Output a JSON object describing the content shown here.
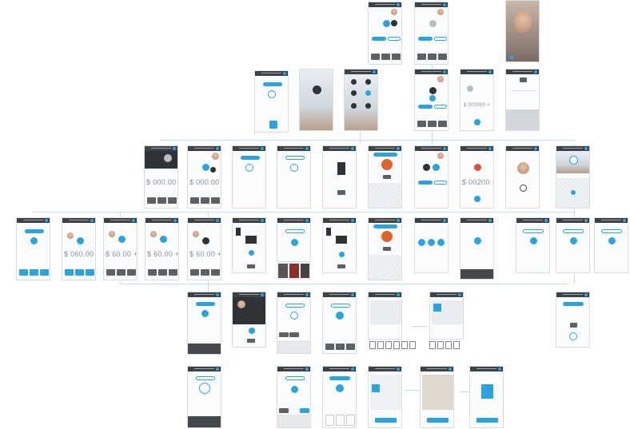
{
  "canvas": {
    "background": "#ffffff",
    "accent": "#2aa3df",
    "dark": "#3d4247",
    "connector": "#c9dbe6"
  },
  "amounts": {
    "amount_a": "$ 000.00 +",
    "amount_b": "$ 000.00 +",
    "amount_c": "$ 00200 +",
    "amount_d": "$ 060.00 +",
    "amount_e": "$ 60.00 +",
    "amount_f": "$ 60.00 +",
    "amount_g": "$ 60.00 +",
    "amount_h": "$ 000000 +"
  },
  "icons": [
    "logo-icon",
    "avatar-icon",
    "coin-icon",
    "card-icon",
    "map-pin-icon",
    "phone-icon",
    "camera-icon",
    "wallet-icon",
    "settings-icon"
  ]
}
